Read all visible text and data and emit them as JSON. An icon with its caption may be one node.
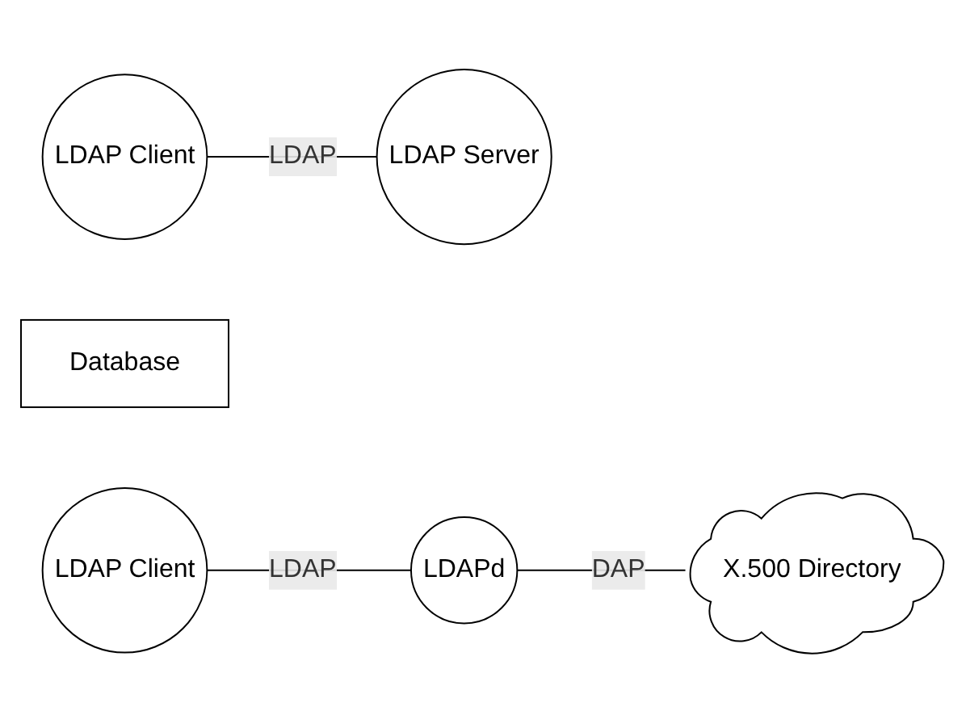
{
  "diagram": {
    "nodes": [
      {
        "text": [
          "LDAP Client"
        ]
      },
      {
        "text": [
          "LDAP Server"
        ]
      },
      {
        "text": [
          "Database"
        ]
      },
      {
        "text": [
          "LDAP Client"
        ]
      },
      {
        "text": [
          "LDAPd"
        ]
      },
      {
        "text": [
          "X.500 Directory"
        ]
      }
    ],
    "edges": [
      {
        "from": 0,
        "to": 1,
        "arrow": "none",
        "label": "LDAP"
      },
      {
        "from": 3,
        "to": 4,
        "arrow": "none",
        "label": "LDAP"
      },
      {
        "from": 4,
        "to": 5,
        "arrow": "none",
        "label": "DAP"
      }
    ]
  }
}
